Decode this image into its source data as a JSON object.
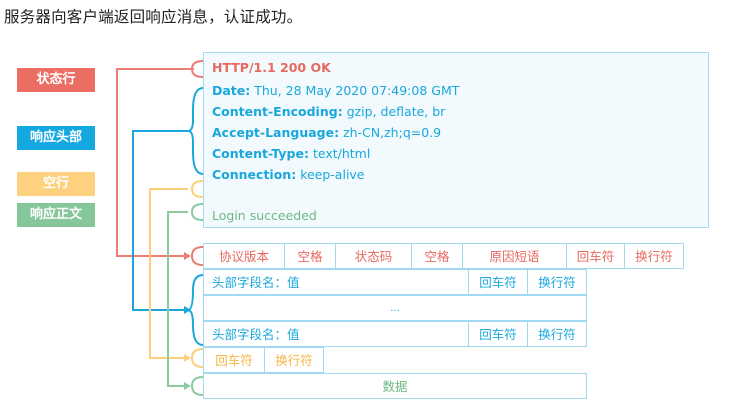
{
  "title": "服务器向客户端返回响应消息，认证成功。",
  "labels": {
    "status_line": "状态行",
    "response_headers": "响应头部",
    "blank_line": "空行",
    "response_body": "响应正文"
  },
  "colors": {
    "status_line": "#e8695f",
    "response_headers": "#13a8e0",
    "blank_line": "#fdd17f",
    "response_body": "#7cc496",
    "box_border": "#9fd9f2",
    "box_bg": "#f2fafe"
  },
  "message": {
    "status": "HTTP/1.1 200 OK",
    "headers": [
      {
        "name": "Date:",
        "value": "Thu, 28 May 2020 07:49:08 GMT"
      },
      {
        "name": "Content-Encoding:",
        "value": "gzip, deflate, br"
      },
      {
        "name": "Accept-Language:",
        "value": "zh-CN,zh;q=0.9"
      },
      {
        "name": "Content-Type:",
        "value": "text/html"
      },
      {
        "name": "Connection:",
        "value": "keep-alive"
      }
    ],
    "body": "Login succeeded"
  },
  "structure": {
    "status_row": [
      "协议版本",
      "空格",
      "状态码",
      "空格",
      "原因短语",
      "回车符",
      "换行符"
    ],
    "header_row": {
      "field": "头部字段名：值",
      "cr": "回车符",
      "lf": "换行符"
    },
    "ellipsis": "...",
    "blank_row": [
      "回车符",
      "换行符"
    ],
    "data": "数据"
  }
}
